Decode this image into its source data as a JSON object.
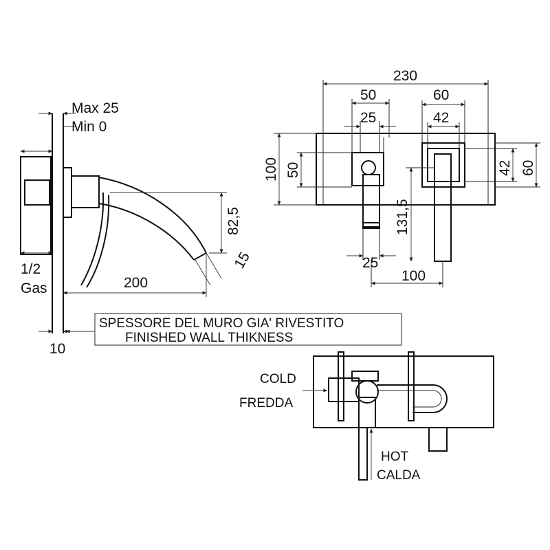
{
  "side_view": {
    "max_depth": "Max 25",
    "min_depth": "Min 0",
    "connection_size": "1/2",
    "connection_type": "Gas",
    "spout_reach": "200",
    "spout_height": "82,5",
    "spout_outlet": "15",
    "wall_offset": "10"
  },
  "front_view": {
    "overall_width": "230",
    "handle_plate_width": "50",
    "handle_width": "25",
    "spout_plate_width": "60",
    "spout_width": "42",
    "plate_height": "100",
    "handle_plate_height": "50",
    "spout_plate_height_inner": "42",
    "spout_plate_height": "60",
    "centre_height": "131,5",
    "bottom_width": "25",
    "centre_distance": "100"
  },
  "wall_note": {
    "line1": "SPESSORE DEL MURO GIA' RIVESTITO",
    "line2": "FINISHED WALL THIKNESS"
  },
  "valve_view": {
    "cold_en": "COLD",
    "cold_it": "FREDDA",
    "hot_en": "HOT",
    "hot_it": "CALDA"
  }
}
